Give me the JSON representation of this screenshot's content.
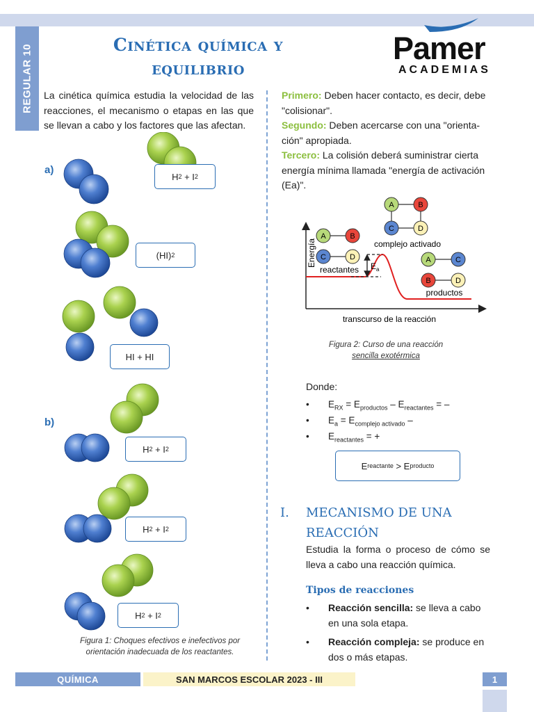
{
  "header": {
    "side_tab": "REGULAR 10",
    "title_line1": "Cinética química y",
    "title_line2": "equilibrio",
    "logo_main": "Pamer",
    "logo_sub": "ACADEMIAS"
  },
  "intro": "La cinética química estudia la velocidad de las reacciones, el mecanismo o etapas en las que se llevan a cabo y los factores que las afectan.",
  "figure1": {
    "label_a": "a)",
    "label_b": "b)",
    "cap_line1": "Figura 1: Choques efectivos e inefectivos por",
    "cap_line2": "orientación inadecuada de los reactantes.",
    "h2": "H",
    "i2": "I",
    "sub2": "2",
    "plus": " + ",
    "hi2": "(HI)",
    "hihi": "HI + HI"
  },
  "conditions": [
    {
      "label": "Primero:",
      "text": " Deben hacer contacto, es decir, debe \"colisionar\"."
    },
    {
      "label": "Segundo:",
      "text": " Deben acercarse con una \"orienta-ción\" apropiada."
    },
    {
      "label": "Tercero:",
      "text": " La colisión deberá suministrar cierta energía mínima llamada \"energía de activación (Ea)\"."
    }
  ],
  "figure2": {
    "ylabel": "Energía",
    "xlabel": "transcurso de la reacción",
    "complejo": "complejo activado",
    "reactantes": "reactantes",
    "productos": "productos",
    "ea_E": "E",
    "ea_sub": "a",
    "A": "A",
    "B": "B",
    "C": "C",
    "D": "D",
    "cap_line1": "Figura 2: Curso de una reacción",
    "cap_line2": "sencilla exotérmica"
  },
  "donde": "Donde:",
  "eq": {
    "e": "E",
    "rx": "RX",
    "productos": "productos",
    "reactantes": "reactantes",
    "a": "a",
    "complejo": "complejo activado",
    "reactante": "reactante",
    "producto": "producto",
    "eq_sign": " = ",
    "minus_sign": " – ",
    "tail_minus": " = –",
    "tail_minus2": " –",
    "tail_plus": " = +",
    "gt": " > "
  },
  "section": {
    "num": "I.",
    "title_line1": "MECANISMO DE UNA",
    "title_line2": "REACCIÓN",
    "body": "Estudia la forma o proceso de cómo se lleva a cabo una reacción química.",
    "subtitle": "Tipos de reacciones",
    "types": [
      {
        "name": "Reacción sencilla:",
        "text": " se lleva a cabo en una sola etapa."
      },
      {
        "name": "Reacción compleja:",
        "text": " se produce en dos o más etapas."
      }
    ]
  },
  "footer": {
    "subject": "QUÍMICA",
    "course": "SAN MARCOS ESCOLAR 2023 - III",
    "page": "1"
  },
  "colors": {
    "blue_sphere": "#3f6fc4",
    "green_sphere": "#a6d04a",
    "accent_blue": "#2a6db3",
    "curve_red": "#e02020",
    "label_green": "#8cbf3f"
  }
}
